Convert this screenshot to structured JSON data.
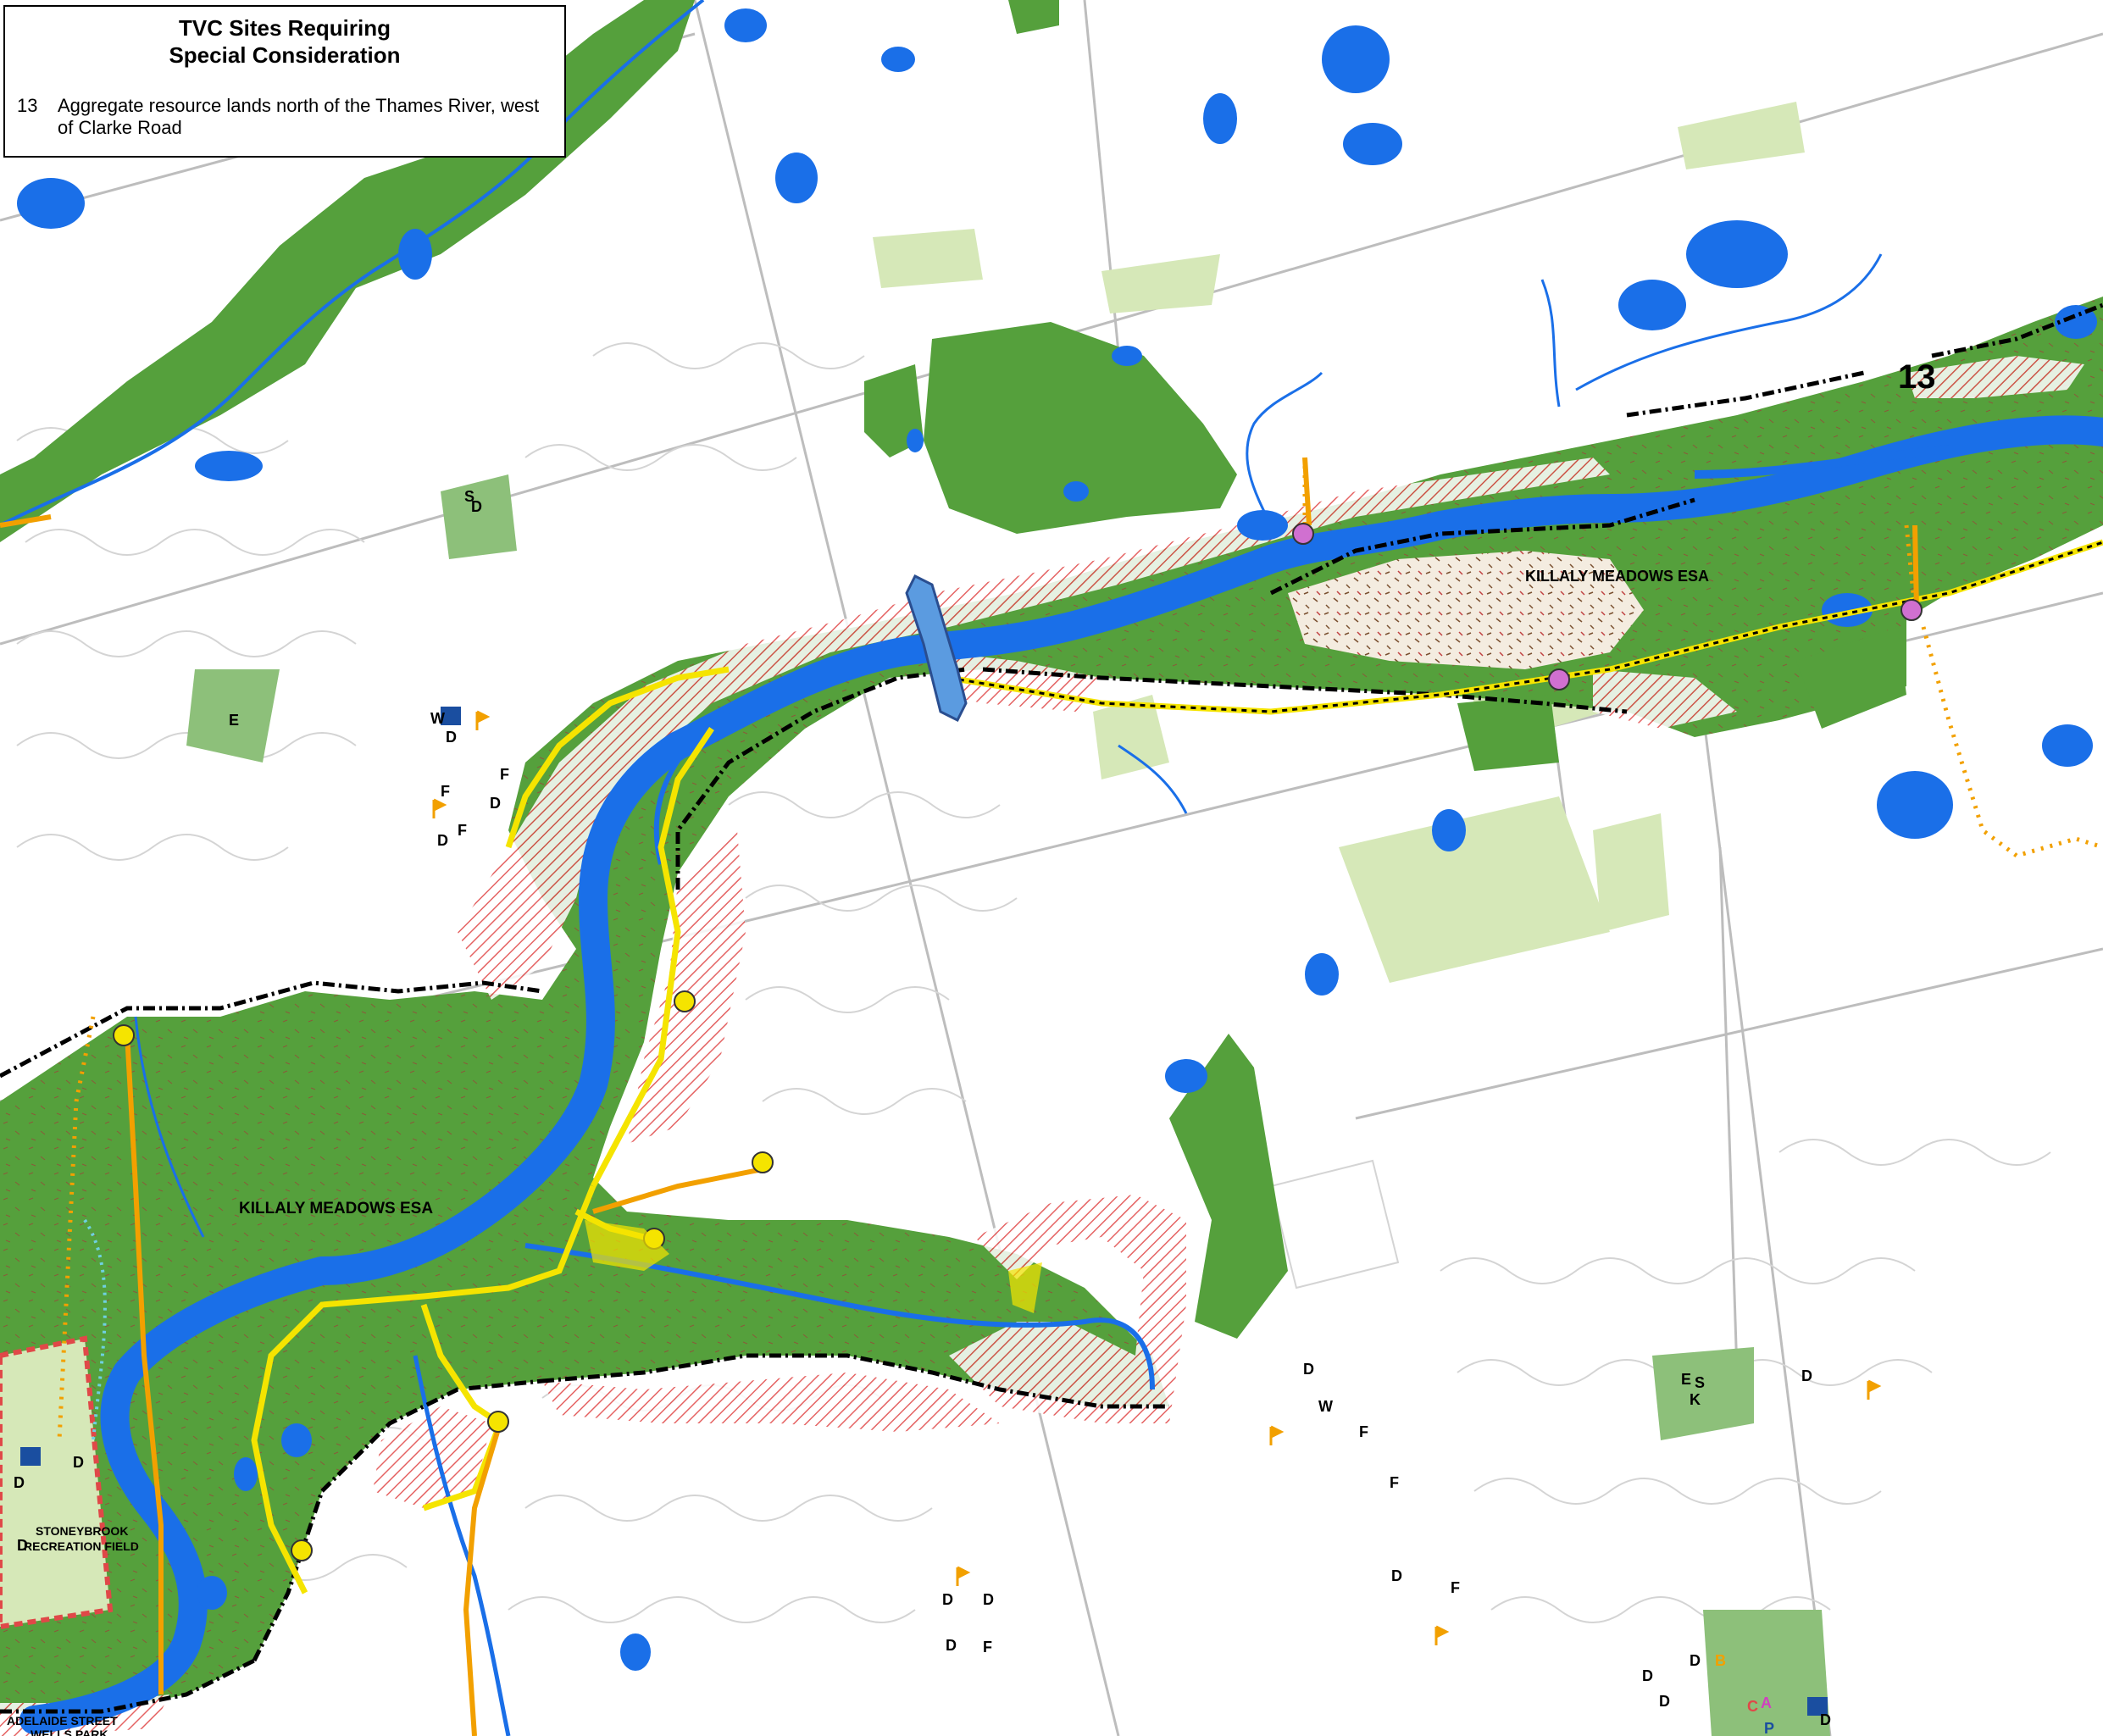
{
  "legend": {
    "title_line1": "TVC Sites Requiring",
    "title_line2": "Special Consideration",
    "item_number": "13",
    "item_text": "Aggregate resource lands north of the Thames River, west of Clarke Road"
  },
  "map": {
    "labels": {
      "esa_north": "KILLALY MEADOWS ESA",
      "esa_south": "KILLALY MEADOWS ESA",
      "site_number": "13",
      "stoneybrook_1": "STONEYBROOK",
      "stoneybrook_2": "RECREATION FIELD",
      "adelaide_1": "ADELAIDE STREET",
      "adelaide_2": "WELLS PARK"
    },
    "symbols": {
      "d": "D",
      "f": "F",
      "e": "E",
      "s": "S",
      "k": "K",
      "b": "B",
      "c": "C",
      "a": "A",
      "p": "P",
      "w": "W"
    },
    "colors": {
      "natural_area": "#55a03c",
      "water": "#1a6fe8",
      "light_green": "#d6e8b8",
      "park": "#8dc07a",
      "hatch": "#e04848",
      "trail": "#f2a000",
      "boundary": "#000000",
      "road": "#bdbdbd"
    }
  }
}
